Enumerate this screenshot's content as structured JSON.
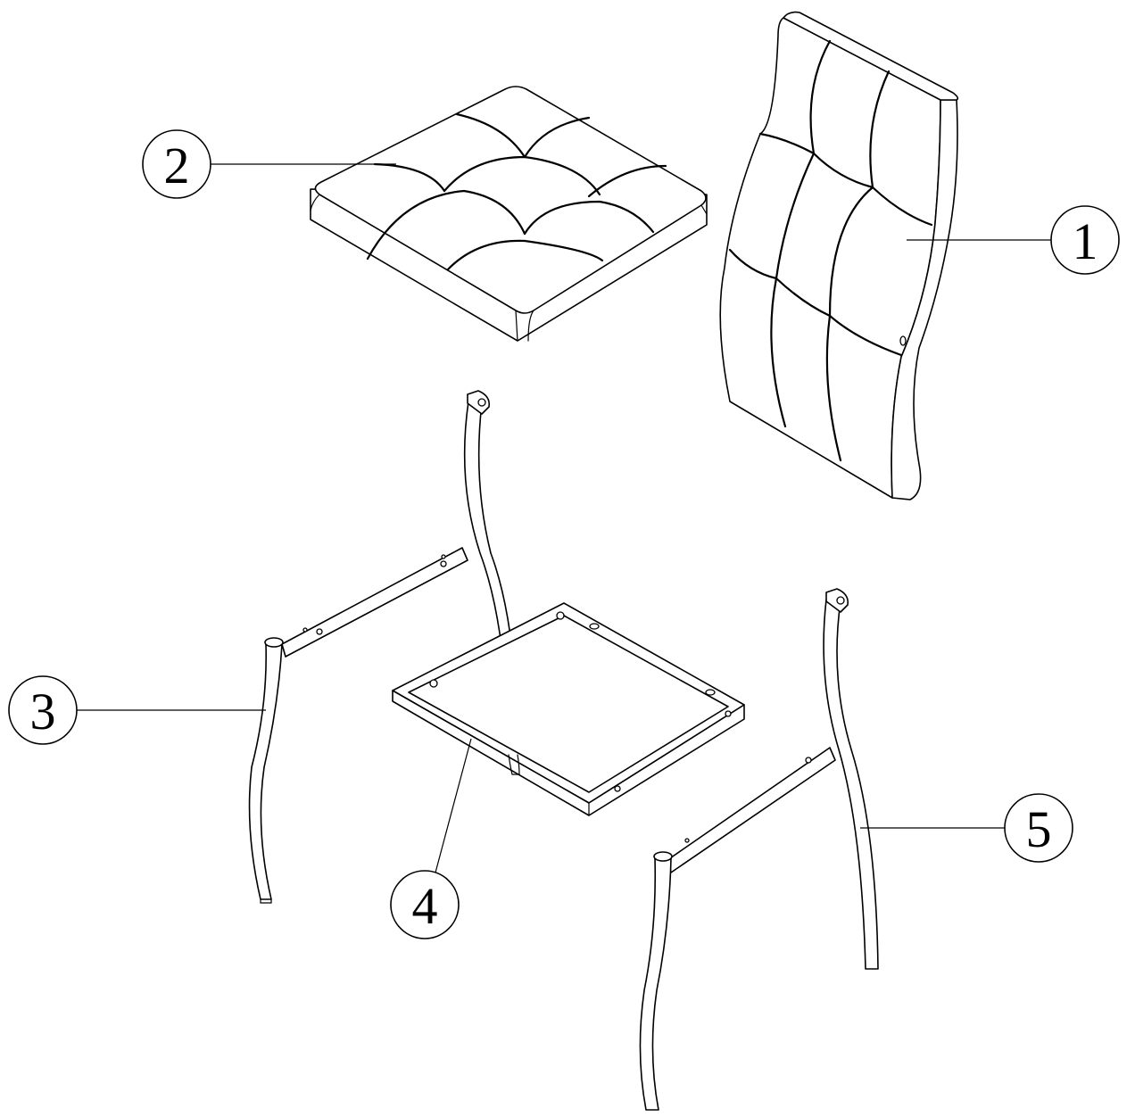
{
  "callouts": [
    {
      "id": "part-1",
      "label": "1"
    },
    {
      "id": "part-2",
      "label": "2"
    },
    {
      "id": "part-3",
      "label": "3"
    },
    {
      "id": "part-4",
      "label": "4"
    },
    {
      "id": "part-5",
      "label": "5"
    }
  ],
  "colors": {
    "line": "#000000",
    "background": "#ffffff"
  }
}
